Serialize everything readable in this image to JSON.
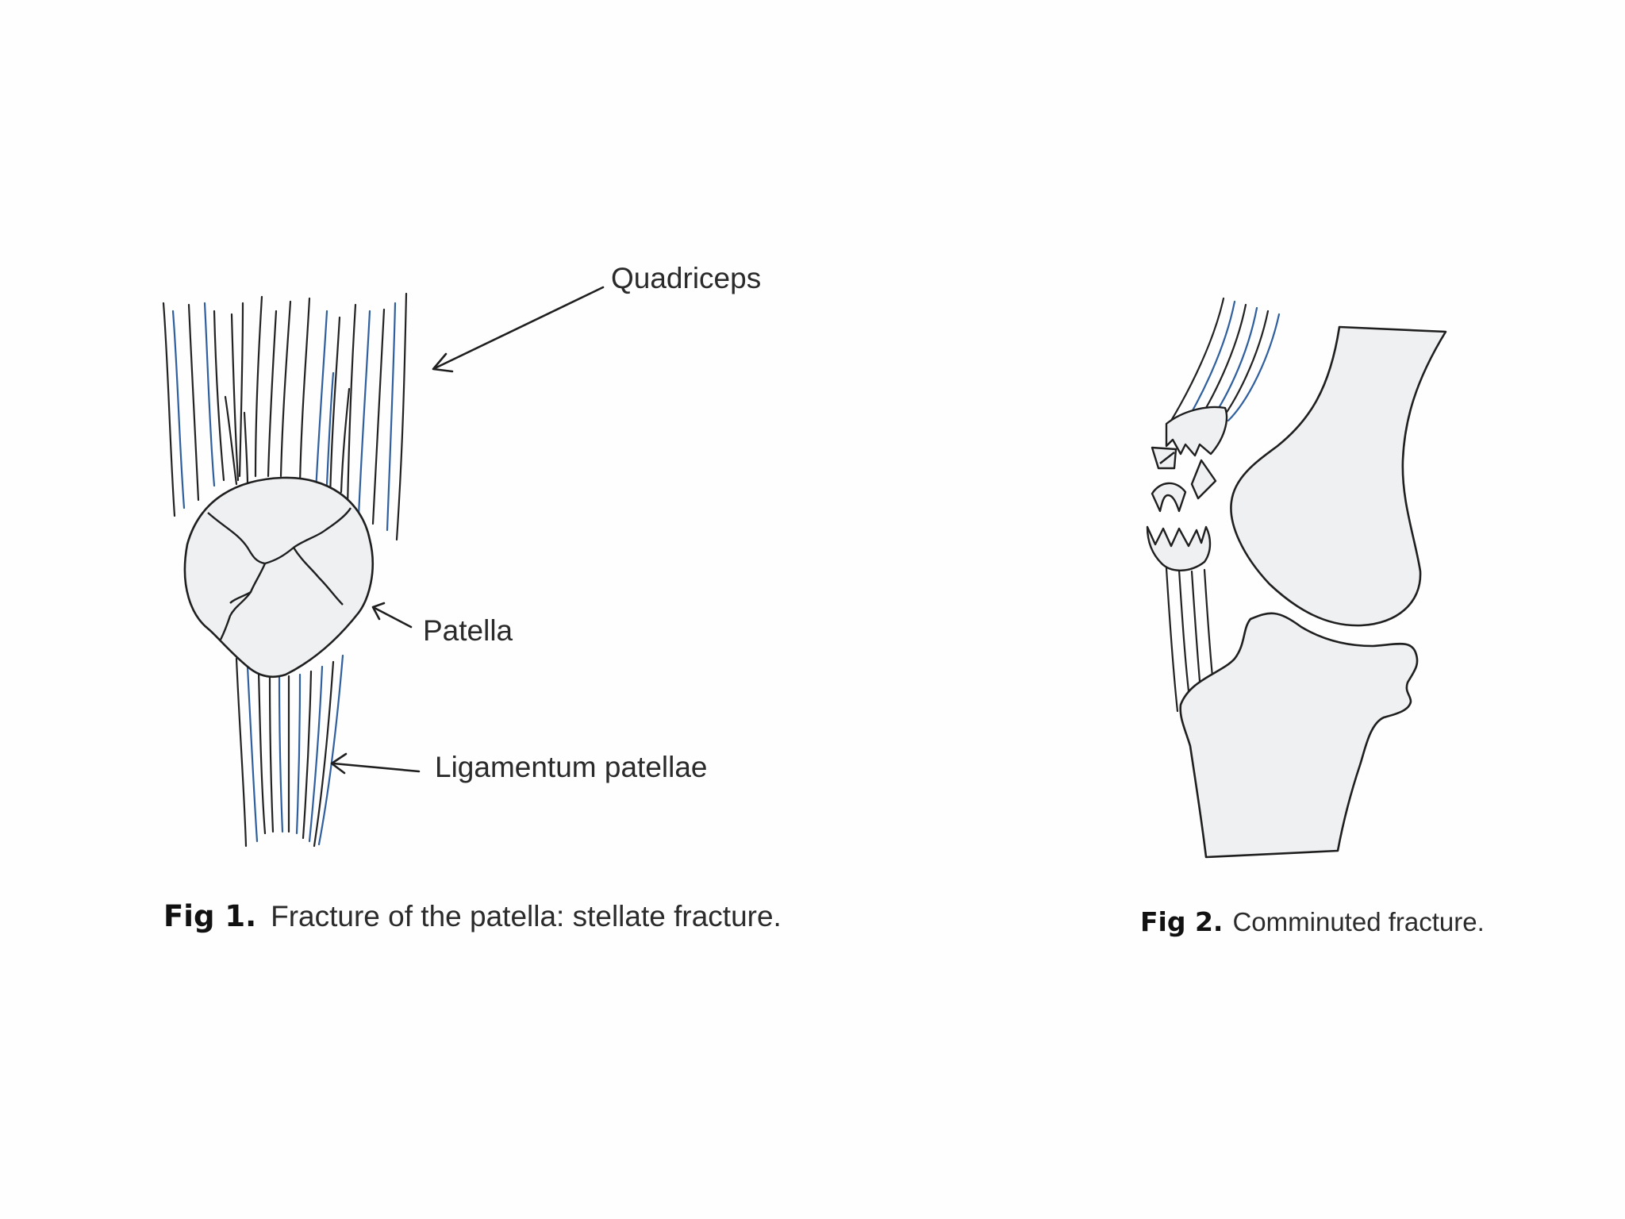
{
  "figure1": {
    "labels": {
      "quadriceps": "Quadriceps",
      "patella": "Patella",
      "ligamentum": "Ligamentum patellae"
    },
    "caption": {
      "number": "Fig 1.",
      "text": "Fracture of the patella: stellate fracture."
    }
  },
  "figure2": {
    "caption": {
      "number": "Fig 2.",
      "text": "Comminuted fracture."
    }
  },
  "colors": {
    "line": "#1f1f1f",
    "tendon_blue": "#2f5f9e",
    "bone_fill": "#eeeff1"
  }
}
